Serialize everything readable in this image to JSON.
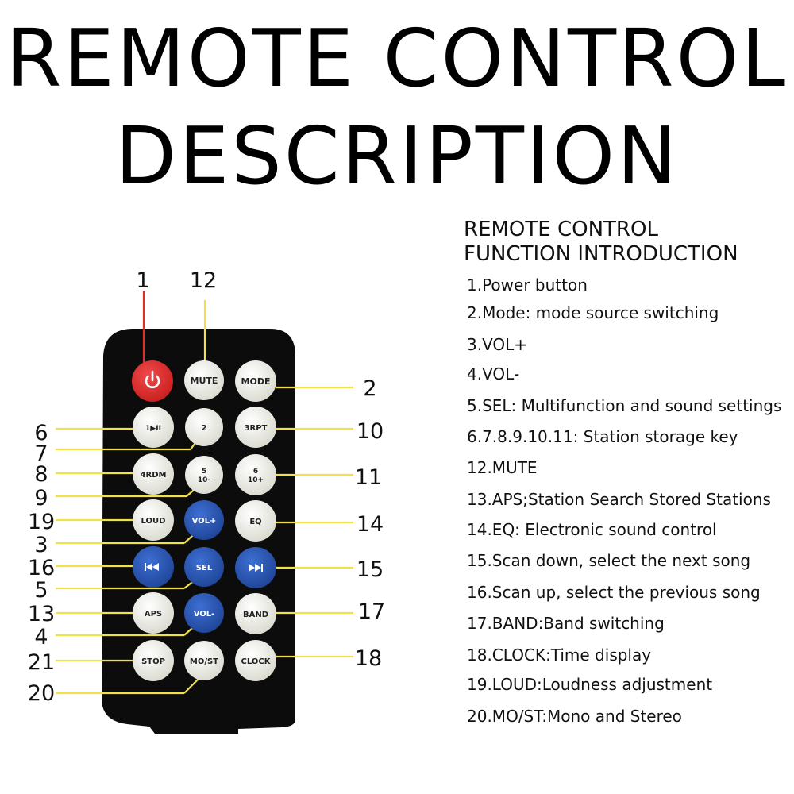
{
  "title": {
    "line1": "REMOTE CONTROL",
    "line2": "DESCRIPTION"
  },
  "panel": {
    "heading_line1": "REMOTE CONTROL",
    "heading_line2": "FUNCTION INTRODUCTION",
    "items": [
      "1.Power button",
      "2.Mode: mode source switching",
      "3.VOL+",
      "4.VOL-",
      "5.SEL: Multifunction and sound settings",
      "6.7.8.9.10.11: Station storage key",
      "12.MUTE",
      "13.APS;Station Search Stored Stations",
      "14.EQ: Electronic sound control",
      "15.Scan down, select the next song",
      "16.Scan up, select the previous song",
      "17.BAND:Band switching",
      "18.CLOCK:Time display",
      "19.LOUD:Loudness adjustment",
      "20.MO/ST:Mono and Stereo"
    ]
  },
  "remote": {
    "buttons": [
      {
        "id": "power",
        "label": "",
        "icon": "power-icon",
        "color": "#e52b2b"
      },
      {
        "id": "mute",
        "label": "MUTE",
        "color": "#efefe8"
      },
      {
        "id": "mode",
        "label": "MODE",
        "color": "#efefe8"
      },
      {
        "id": "play",
        "label": "1▶II",
        "icon": "play-pause-icon",
        "color": "#efefe8"
      },
      {
        "id": "two",
        "label": "2",
        "color": "#efefe8"
      },
      {
        "id": "rpt",
        "label": "3RPT",
        "color": "#efefe8"
      },
      {
        "id": "rdm",
        "label": "4RDM",
        "color": "#efefe8"
      },
      {
        "id": "five",
        "label": "5",
        "sublabel": "10-",
        "color": "#efefe8"
      },
      {
        "id": "six",
        "label": "6",
        "sublabel": "10+",
        "color": "#efefe8"
      },
      {
        "id": "loud",
        "label": "LOUD",
        "color": "#efefe8"
      },
      {
        "id": "volup",
        "label": "VOL+",
        "color": "#2856b4"
      },
      {
        "id": "eq",
        "label": "EQ",
        "color": "#efefe8"
      },
      {
        "id": "prev",
        "label": "⏮",
        "icon": "previous-icon",
        "color": "#2856b4"
      },
      {
        "id": "sel",
        "label": "SEL",
        "color": "#2856b4"
      },
      {
        "id": "next",
        "label": "⏭",
        "icon": "next-icon",
        "color": "#2856b4"
      },
      {
        "id": "aps",
        "label": "APS",
        "color": "#efefe8"
      },
      {
        "id": "voldown",
        "label": "VOL-",
        "color": "#2856b4"
      },
      {
        "id": "band",
        "label": "BAND",
        "color": "#efefe8"
      },
      {
        "id": "stop",
        "label": "STOP",
        "color": "#efefe8"
      },
      {
        "id": "most",
        "label": "MO/ST",
        "color": "#efefe8"
      },
      {
        "id": "clock",
        "label": "CLOCK",
        "color": "#efefe8"
      }
    ],
    "callouts": [
      "1",
      "12",
      "2",
      "6",
      "7",
      "10",
      "8",
      "9",
      "11",
      "19",
      "3",
      "14",
      "16",
      "5",
      "15",
      "13",
      "4",
      "17",
      "21",
      "20",
      "18"
    ]
  },
  "colors": {
    "leader_line": "#f2e04a",
    "power_leader": "#d93030",
    "remote_body": "#0c0c0c",
    "blue_button": "#2856b4",
    "red_button": "#e52b2b"
  }
}
